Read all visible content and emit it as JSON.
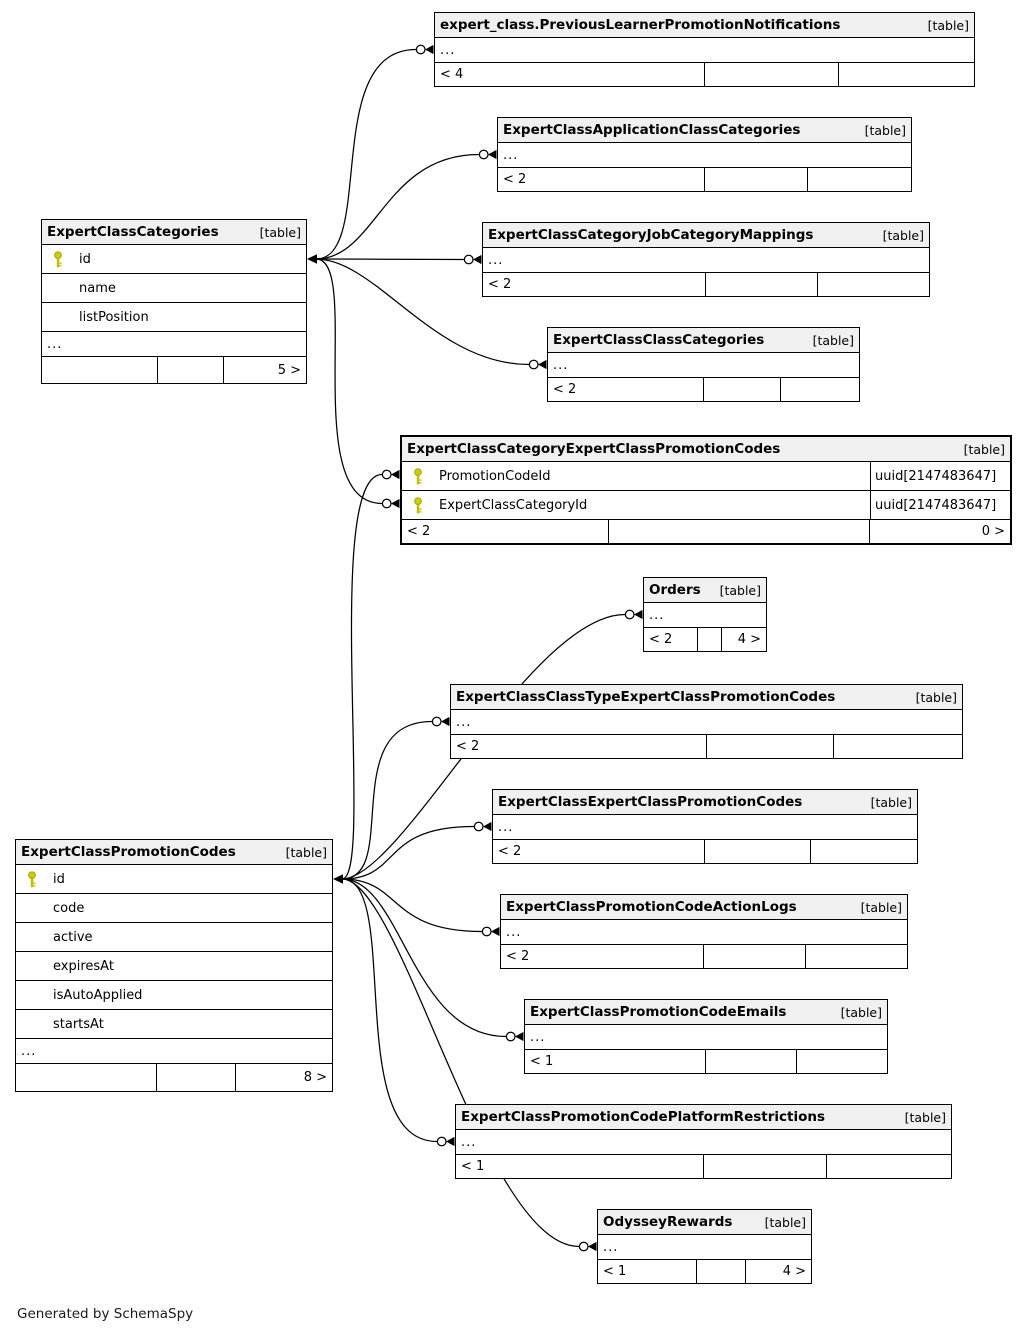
{
  "page": {
    "footer_note": "Generated by SchemaSpy"
  },
  "labels": {
    "table_tag": "[table]",
    "ellipsis": "...",
    "primary_key_icon": "key"
  },
  "colors": {
    "header_bg": "#f0f0f0",
    "border": "#000000",
    "key_icon": "#cdcd00",
    "background": "#ffffff"
  },
  "tables": {
    "categories": {
      "title": "ExpertClassCategories",
      "columns": [
        {
          "key": true,
          "name": "id"
        },
        {
          "key": false,
          "name": "name"
        },
        {
          "key": false,
          "name": "listPosition"
        }
      ],
      "footer_left": "",
      "footer_right": "5 >"
    },
    "promo_codes": {
      "title": "ExpertClassPromotionCodes",
      "columns": [
        {
          "key": true,
          "name": "id"
        },
        {
          "key": false,
          "name": "code"
        },
        {
          "key": false,
          "name": "active"
        },
        {
          "key": false,
          "name": "expiresAt"
        },
        {
          "key": false,
          "name": "isAutoApplied"
        },
        {
          "key": false,
          "name": "startsAt"
        }
      ],
      "footer_left": "",
      "footer_right": "8 >"
    },
    "prev_notifications": {
      "title": "expert_class.PreviousLearnerPromotionNotifications",
      "footer_left": "< 4",
      "footer_right": ""
    },
    "app_class_categories": {
      "title": "ExpertClassApplicationClassCategories",
      "footer_left": "< 2",
      "footer_right": ""
    },
    "job_category_mappings": {
      "title": "ExpertClassCategoryJobCategoryMappings",
      "footer_left": "< 2",
      "footer_right": ""
    },
    "class_categories": {
      "title": "ExpertClassClassCategories",
      "footer_left": "< 2",
      "footer_right": ""
    },
    "main_table": {
      "title": "ExpertClassCategoryExpertClassPromotionCodes",
      "columns": [
        {
          "key": true,
          "name": "PromotionCodeId",
          "type": "uuid[2147483647]"
        },
        {
          "key": true,
          "name": "ExpertClassCategoryId",
          "type": "uuid[2147483647]"
        }
      ],
      "footer_left": "< 2",
      "footer_right": "0 >"
    },
    "orders": {
      "title": "Orders",
      "footer_left": "< 2",
      "footer_right": "4 >"
    },
    "class_type_promo": {
      "title": "ExpertClassClassTypeExpertClassPromotionCodes",
      "footer_left": "< 2",
      "footer_right": ""
    },
    "ec_ec_promo": {
      "title": "ExpertClassExpertClassPromotionCodes",
      "footer_left": "< 2",
      "footer_right": ""
    },
    "action_logs": {
      "title": "ExpertClassPromotionCodeActionLogs",
      "footer_left": "< 2",
      "footer_right": ""
    },
    "emails": {
      "title": "ExpertClassPromotionCodeEmails",
      "footer_left": "< 1",
      "footer_right": ""
    },
    "platform_restrictions": {
      "title": "ExpertClassPromotionCodePlatformRestrictions",
      "footer_left": "< 1",
      "footer_right": ""
    },
    "odyssey": {
      "title": "OdysseyRewards",
      "footer_left": "< 1",
      "footer_right": "4 >"
    }
  },
  "relationships": [
    {
      "from": "categories",
      "to": "prev_notifications"
    },
    {
      "from": "categories",
      "to": "app_class_categories"
    },
    {
      "from": "categories",
      "to": "job_category_mappings"
    },
    {
      "from": "categories",
      "to": "class_categories"
    },
    {
      "from": "categories",
      "to": "main_table_expert_class_category_id"
    },
    {
      "from": "promo_codes",
      "to": "main_table_promotion_code_id"
    },
    {
      "from": "promo_codes",
      "to": "orders"
    },
    {
      "from": "promo_codes",
      "to": "class_type_promo"
    },
    {
      "from": "promo_codes",
      "to": "ec_ec_promo"
    },
    {
      "from": "promo_codes",
      "to": "action_logs"
    },
    {
      "from": "promo_codes",
      "to": "emails"
    },
    {
      "from": "promo_codes",
      "to": "platform_restrictions"
    },
    {
      "from": "promo_codes",
      "to": "odyssey"
    }
  ]
}
